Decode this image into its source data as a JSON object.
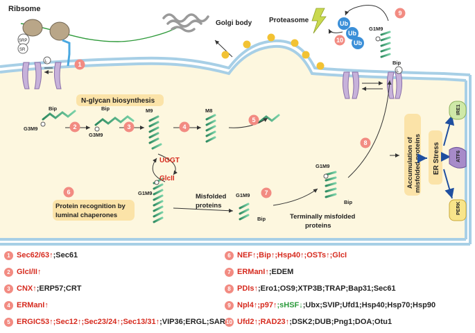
{
  "labels": {
    "ribosome": "Ribsome",
    "srp": "SRP",
    "sr": "SR",
    "golgi": "Golgi body",
    "proteasome": "Proteasome",
    "n_glycan": "N-glycan biosynthesis",
    "protein_recognition_1": "Protein recognition by",
    "protein_recognition_2": "luminal chaperones",
    "misfolded_1": "Misfolded",
    "misfolded_2": "proteins",
    "terminally_1": "Terminally misfolded",
    "terminally_2": "proteins",
    "ugt": "UGGT",
    "gcii": "GlcII",
    "accum_1": "Accumulation of",
    "accum_2": "misfolded proteins",
    "er_stress": "ER Stress",
    "ire1": "IRE1",
    "atf6": "ATF6",
    "perk": "PERK",
    "bip": "Bip",
    "g3m9": "G3M9",
    "m9": "M9",
    "m8": "M8",
    "g1m9": "G1M9",
    "ub": "Ub",
    "l": "L"
  },
  "steps": [
    "1",
    "2",
    "3",
    "4",
    "5",
    "6",
    "7",
    "8",
    "9",
    "10"
  ],
  "legend": [
    {
      "num": "1",
      "parts": [
        {
          "t": "Sec62/63↑",
          "c": "red"
        },
        {
          "t": ";Sec61",
          "c": "blk"
        }
      ]
    },
    {
      "num": "2",
      "parts": [
        {
          "t": "GlcI/II↑",
          "c": "red"
        }
      ]
    },
    {
      "num": "3",
      "parts": [
        {
          "t": "CNX↑",
          "c": "red"
        },
        {
          "t": ";ERP57;CRT",
          "c": "blk"
        }
      ]
    },
    {
      "num": "4",
      "parts": [
        {
          "t": "ERManI↑",
          "c": "red"
        }
      ]
    },
    {
      "num": "5",
      "parts": [
        {
          "t": "ERGIC53↑;Sec12↑;Sec23/24↑;Sec13/31↑",
          "c": "red"
        },
        {
          "t": ";VIP36;ERGL;SAR1",
          "c": "blk"
        }
      ]
    },
    {
      "num": "6",
      "parts": [
        {
          "t": "NEF↑;Bip↑;Hsp40↑;OSTs↑;GlcI",
          "c": "red"
        }
      ]
    },
    {
      "num": "7",
      "parts": [
        {
          "t": "ERManI↑",
          "c": "red"
        },
        {
          "t": ";EDEM",
          "c": "blk"
        }
      ]
    },
    {
      "num": "8",
      "parts": [
        {
          "t": "PDIs↑",
          "c": "red"
        },
        {
          "t": ";Ero1;OS9;XTP3B;TRAP;Bap31;Sec61",
          "c": "blk"
        }
      ]
    },
    {
      "num": "9",
      "parts": [
        {
          "t": "Npl4↑;p97↑",
          "c": "red"
        },
        {
          "t": ";sHSF↓",
          "c": "green"
        },
        {
          "t": ";Ubx;SVIP;Ufd1;Hsp40;Hsp70;Hsp90",
          "c": "blk"
        }
      ]
    },
    {
      "num": "10",
      "parts": [
        {
          "t": "Ufd2↑;RAD23↑",
          "c": "red"
        },
        {
          "t": ";DSK2;DUB;Png1;DOA;Otu1",
          "c": "blk"
        }
      ]
    }
  ],
  "colors": {
    "lumen": "#fdf7df",
    "membrane": "#a7cfe6",
    "step_circle": "#f28b82",
    "chaperone_box": "#fbe3a8",
    "protein_green": "#3aa57a",
    "golgi": "#9a9a9a",
    "ub": "#3b8fd8",
    "vesicle": "#f2c233",
    "ire1": "#cfe9a8",
    "atf6": "#a78bc9",
    "perk": "#f8e58a",
    "highlight_red": "#d62a1e",
    "green_text": "#2a9a3a"
  }
}
